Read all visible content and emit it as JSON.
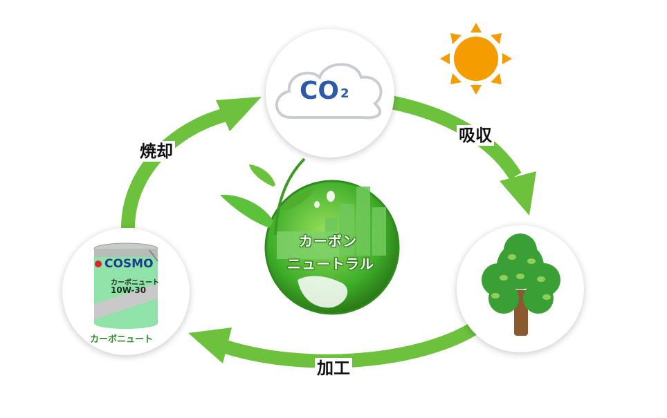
{
  "diagram": {
    "co2_label": "CO",
    "co2_subscript": "2",
    "arrows": {
      "absorb": "吸収",
      "process": "加工",
      "burn": "焼却"
    },
    "center": {
      "line1": "カーボン",
      "line2": "ニュートラル"
    },
    "product": {
      "brand": "COSMO",
      "can_name": "カーボニュート",
      "grade": "10W-30",
      "caption": "カーボニュート"
    },
    "colors": {
      "arrow_green": "#6cc23d",
      "co2_blue": "#2c5aa6",
      "sun_orange": "#f59c00",
      "tree_green": "#3aa035",
      "trunk_brown": "#8a5a2e"
    },
    "icons": [
      "sun-icon",
      "cloud-icon",
      "tree-icon",
      "oil-can-icon",
      "globe-icon"
    ]
  }
}
